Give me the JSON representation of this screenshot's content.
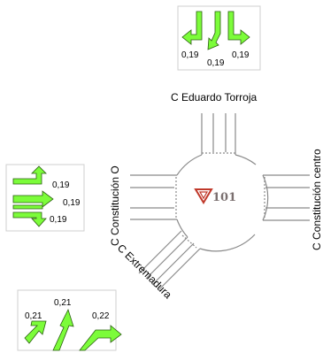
{
  "colors": {
    "arrow_fill": "#7CFC3A",
    "arrow_stroke": "#2a5e10",
    "road_line": "#8a8a8a",
    "yield_sign": "#c0392b",
    "node_number": "#7a6f6f"
  },
  "node": {
    "number": "101",
    "icon": "yield-triangle-icon"
  },
  "streets": {
    "north": "C Eduardo Torroja",
    "east": "C Constitución centro",
    "west": "C Constitución O",
    "southwest": "C Extremadura"
  },
  "approaches": {
    "north": {
      "arrows": [
        "turn-left-arrow-icon",
        "straight-down-arrow-icon",
        "turn-right-arrow-icon"
      ],
      "values": [
        "0,19",
        "0,19",
        "0,19"
      ]
    },
    "west": {
      "arrows": [
        "turn-left-arrow-icon",
        "straight-right-arrow-icon",
        "turn-right-arrow-icon"
      ],
      "values": [
        "0,19",
        "0,19",
        "0,19"
      ]
    },
    "southwest": {
      "arrows": [
        "turn-left-arrow-icon",
        "straight-arrow-icon",
        "turn-right-arrow-icon"
      ],
      "values": [
        "0,21",
        "0,21",
        "0,22"
      ]
    }
  }
}
